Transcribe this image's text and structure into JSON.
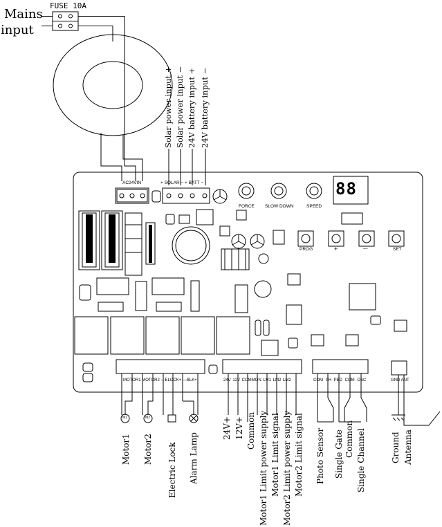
{
  "mains": {
    "line1": "Mains",
    "line2": "input"
  },
  "fuse_label": "FUSE 10A",
  "top_inputs": [
    "Solar power input +",
    "Solar power input −",
    "24V battery input +",
    "24V battery input −"
  ],
  "board": {
    "ac24vin": "AC24VIN",
    "solar_batt": "+ SOLAR −  + BATT −",
    "force": "FORCE",
    "slow_down": "SLOW DOWN",
    "speed": "SPEED",
    "display": "88",
    "prog": "PROG",
    "plus": "+",
    "minus": "—",
    "set": "SET",
    "motor_block": "MOTOR1  MOTOR2 —ELOCK+ —BLK+",
    "limit_block": "24V 12V COMMON LM1 LM2 LM2",
    "sensor_block": "COM PH PED COM OSC",
    "gnd_ant": "GND ANT"
  },
  "motor_symbols": [
    "M1",
    "M2"
  ],
  "bottom_labels": [
    "Motor1",
    "Motor2",
    "Electric Lock",
    "Alarm Lamp",
    "24V+",
    "12V+",
    "Common",
    "Motor1 Limit power supply",
    "Motor1 Limit signal",
    "Motor2 Limit power supply",
    "Motor2 Limit signal",
    "Photo Sensor",
    "Single Gate",
    "Common",
    "Single Channel",
    "Ground",
    "Antenna"
  ]
}
